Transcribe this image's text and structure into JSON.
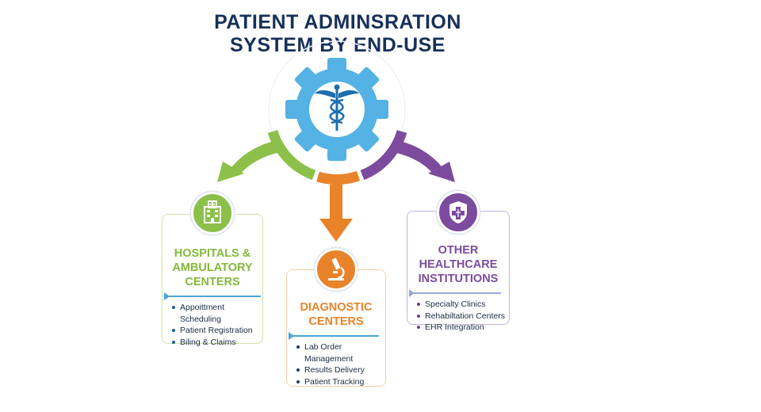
{
  "title_line1": "PATIENT ADMINSRATION",
  "title_line2": "SYSTEM BY END-USE",
  "colors": {
    "title": "#16305a",
    "hub_gear": "#55b2e4",
    "hospitals": "#84b93b",
    "diagnostic": "#e8832a",
    "other": "#7c4b9e",
    "rule": "#4aa6d8"
  },
  "hub": {
    "icon": "caduceus-icon"
  },
  "hospitals": {
    "icon": "hospital-building-icon",
    "title_lines": [
      "HOSPITALS &",
      "AMBULATORY",
      "CENTERS"
    ],
    "items": [
      "Appoittment Scheduling",
      "Patient Registration",
      "Biling & Claims"
    ]
  },
  "diagnostic": {
    "icon": "microscope-icon",
    "title_lines": [
      "DIAGNOSTIC",
      "CENTERS"
    ],
    "items": [
      "Lab Order Management",
      "Results Delivery",
      "Patient Tracking"
    ]
  },
  "other": {
    "icon": "medical-cross-shield-icon",
    "title_lines": [
      "OTHER HEALTHCARE",
      "INSTITUTIONS"
    ],
    "items": [
      "Specialty Clinics",
      "Rehabiltation Centers",
      "EHR Integration"
    ]
  }
}
